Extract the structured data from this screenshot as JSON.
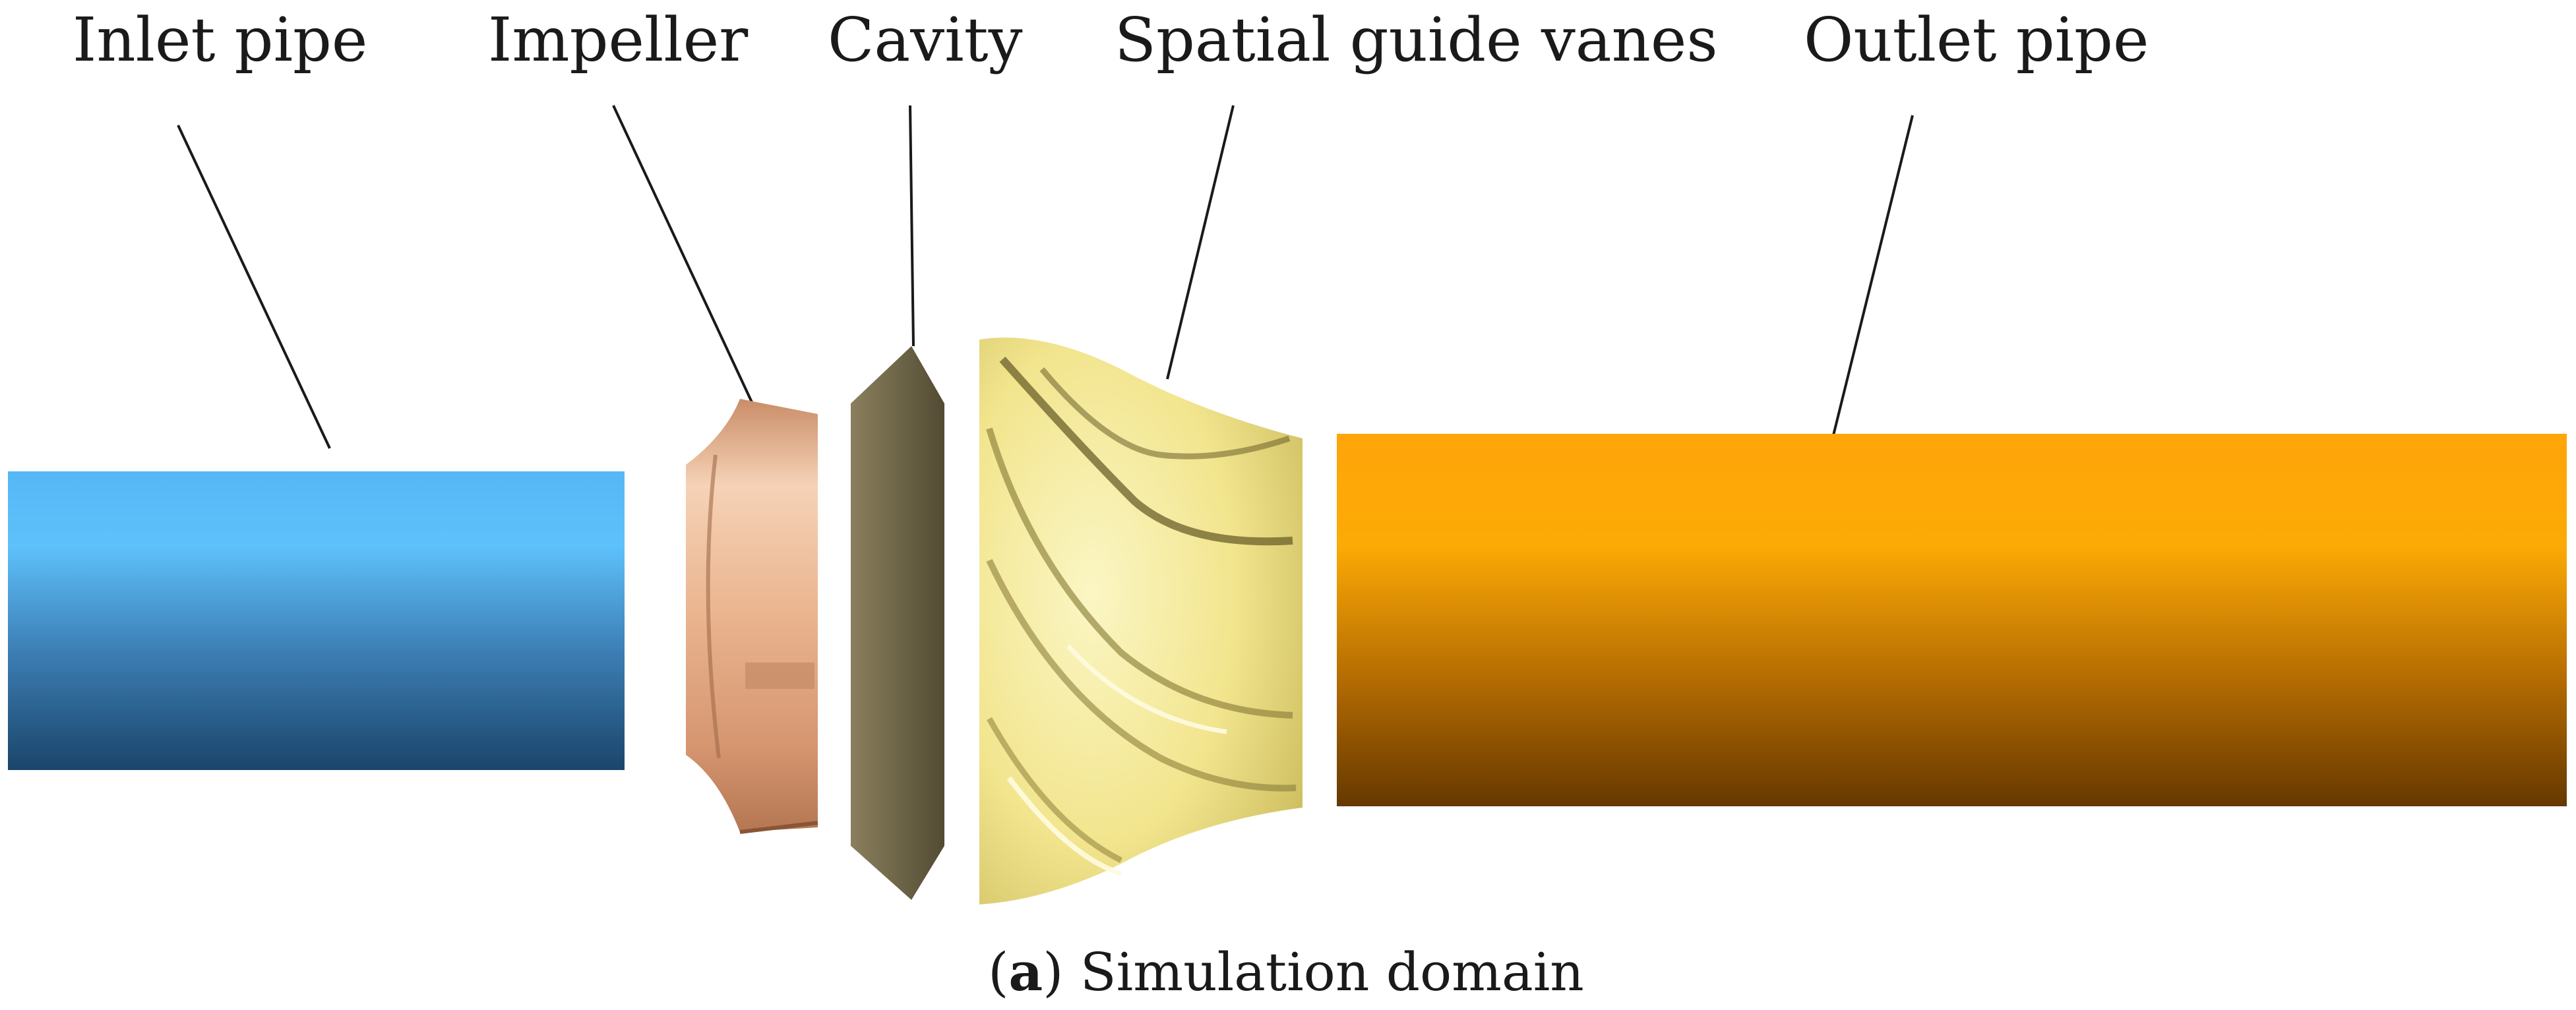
{
  "labels": {
    "inlet_pipe": "Inlet pipe",
    "impeller": "Impeller",
    "cavity": "Cavity",
    "spatial_guide_vanes": "Spatial guide vanes",
    "outlet_pipe": "Outlet pipe"
  },
  "caption": {
    "letter": "a",
    "text": "Simulation domain"
  },
  "colors": {
    "inlet_top": "#5bbdf8",
    "inlet_bottom": "#1f4c72",
    "impeller": "#eab48f",
    "cavity": "#7a7152",
    "guide_vanes": "#f5eb9a",
    "outlet_top": "#ffa405",
    "outlet_bottom": "#6b3b02"
  }
}
